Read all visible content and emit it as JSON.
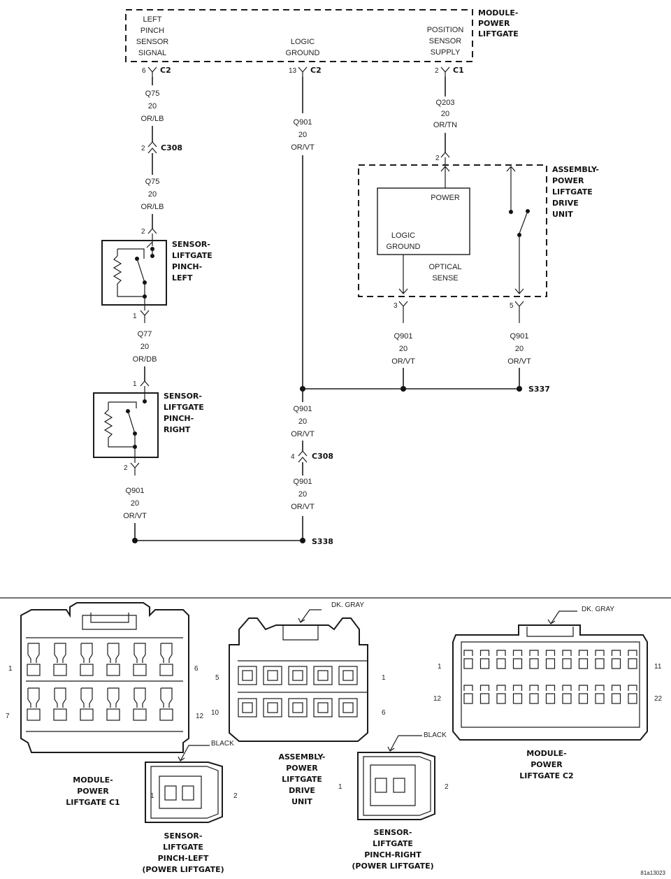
{
  "module": {
    "title": [
      "MODULE-",
      "POWER",
      "LIFTGATE"
    ],
    "pins": [
      {
        "name": [
          "LEFT",
          "PINCH",
          "SENSOR",
          "SIGNAL"
        ],
        "pin": "6",
        "conn": "C2"
      },
      {
        "name": [
          "LOGIC",
          "GROUND"
        ],
        "pin": "13",
        "conn": "C2"
      },
      {
        "name": [
          "POSITION",
          "SENSOR",
          "SUPPLY"
        ],
        "pin": "2",
        "conn": "C1"
      }
    ]
  },
  "wires": {
    "q75": [
      "Q75",
      "20",
      "OR/LB"
    ],
    "q77": [
      "Q77",
      "20",
      "OR/DB"
    ],
    "q901": [
      "Q901",
      "20",
      "OR/VT"
    ],
    "q203": [
      "Q203",
      "20",
      "OR/TN"
    ]
  },
  "connectors": {
    "c308": "C308",
    "pin2": "2",
    "pin4": "4",
    "pin1": "1",
    "pin3": "3",
    "pin5": "5"
  },
  "splices": {
    "s337": "S337",
    "s338": "S338"
  },
  "drive_unit": {
    "title": [
      "ASSEMBLY-",
      "POWER",
      "LIFTGATE",
      "DRIVE",
      "UNIT"
    ],
    "power": "POWER",
    "logic_ground": [
      "LOGIC",
      "GROUND"
    ],
    "optical_sense": [
      "OPTICAL",
      "SENSE"
    ]
  },
  "sensor_left": {
    "title": [
      "SENSOR-",
      "LIFTGATE",
      "PINCH-",
      "LEFT"
    ]
  },
  "sensor_right": {
    "title": [
      "SENSOR-",
      "LIFTGATE",
      "PINCH-",
      "RIGHT"
    ]
  },
  "connector_views": {
    "c1": {
      "caption": [
        "MODULE-",
        "POWER",
        "LIFTGATE C1"
      ],
      "pins": [
        "1",
        "6",
        "7",
        "12"
      ]
    },
    "drive": {
      "caption": [
        "ASSEMBLY-",
        "POWER",
        "LIFTGATE",
        "DRIVE",
        "UNIT"
      ],
      "color": "DK. GRAY",
      "pins": [
        "5",
        "1",
        "10",
        "6"
      ]
    },
    "c2": {
      "caption": [
        "MODULE-",
        "POWER",
        "LIFTGATE C2"
      ],
      "color": "DK. GRAY",
      "pins": [
        "1",
        "11",
        "12",
        "22"
      ]
    },
    "pinch_left": {
      "caption": [
        "SENSOR-",
        "LIFTGATE",
        "PINCH-LEFT",
        "(POWER LIFTGATE)"
      ],
      "color": "BLACK",
      "pins": [
        "1",
        "2"
      ]
    },
    "pinch_right": {
      "caption": [
        "SENSOR-",
        "LIFTGATE",
        "PINCH-RIGHT",
        "(POWER LIFTGATE)"
      ],
      "color": "BLACK",
      "pins": [
        "1",
        "2"
      ]
    }
  },
  "figure_id": "81a13023"
}
